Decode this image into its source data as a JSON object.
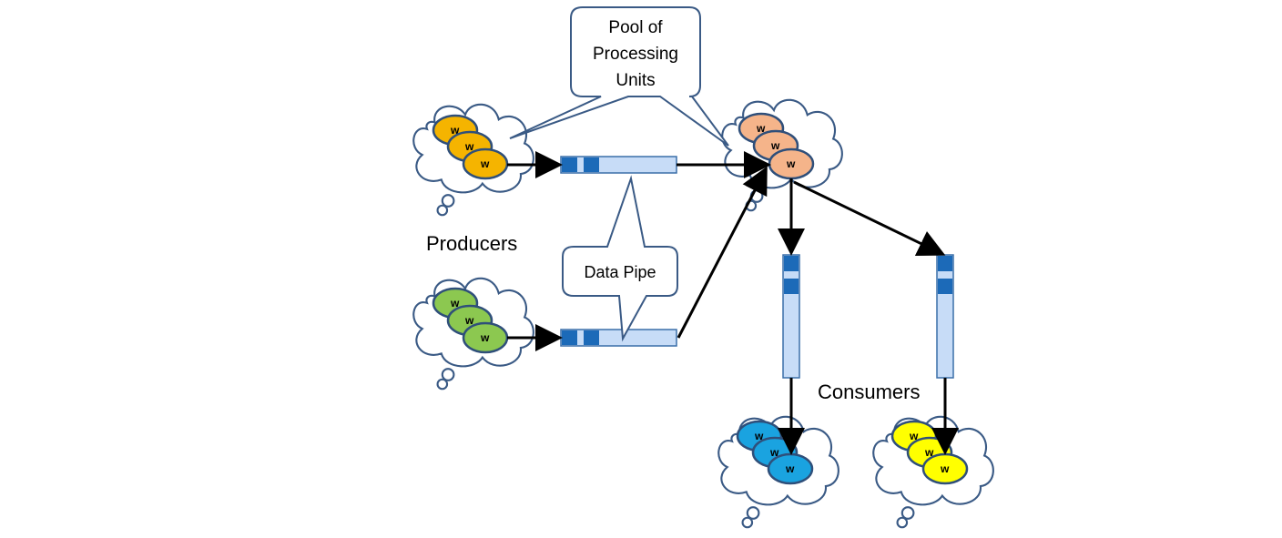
{
  "labels": {
    "producers": "Producers",
    "consumers": "Consumers",
    "pool_callout": [
      "Pool of",
      "Processing",
      "Units"
    ],
    "pipe_callout": "Data Pipe",
    "worker": "w"
  },
  "colors": {
    "cloud_stroke": "#3a5a85",
    "worker_stroke": "#2f4f7a",
    "producer_a": "#f5b400",
    "producer_b": "#8cc850",
    "processor": "#f5b48a",
    "consumer_a": "#1aa3e0",
    "consumer_b": "#ffff00",
    "pipe_fill": "#c7dcf7",
    "pipe_slot": "#1c6ab8",
    "arrow": "#000000"
  }
}
